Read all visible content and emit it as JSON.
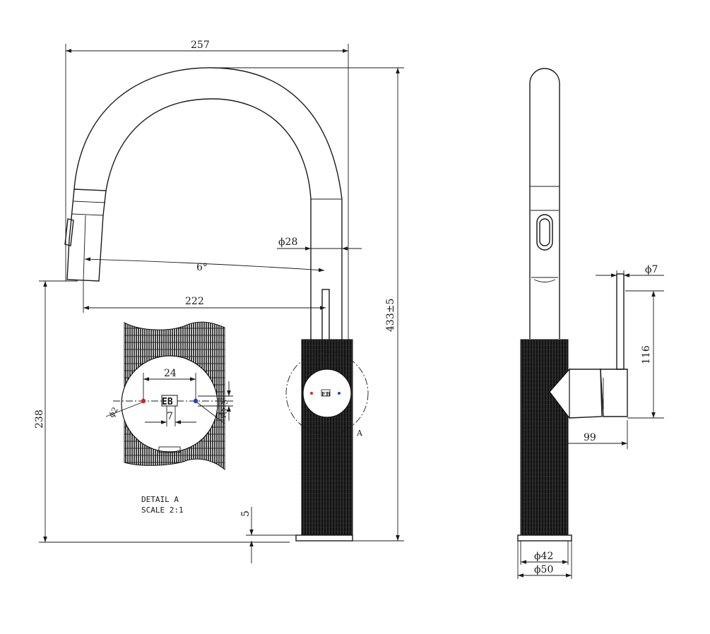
{
  "dimensions": {
    "overall_width": "257",
    "total_height": "433±5",
    "spout_diameter": "ϕ28",
    "spout_angle": "6°",
    "reach": "222",
    "base_height": "238",
    "base_plate": "5",
    "lever_diameter": "ϕ7",
    "lever_height": "116",
    "lever_reach": "99",
    "body_diameter": "ϕ42",
    "plate_diameter": "ϕ50"
  },
  "detail": {
    "marker": "A",
    "dim_24": "24",
    "dim_7": "7",
    "dim_3": "3",
    "dot_left": "ϕ2",
    "dot_right": "ϕ3",
    "title": "DETAIL A",
    "scale": "SCALE 2:1",
    "logo": "EB"
  },
  "colors": {
    "hot": "#e02020",
    "cold": "#2040d0",
    "line": "#1a1a1a"
  }
}
